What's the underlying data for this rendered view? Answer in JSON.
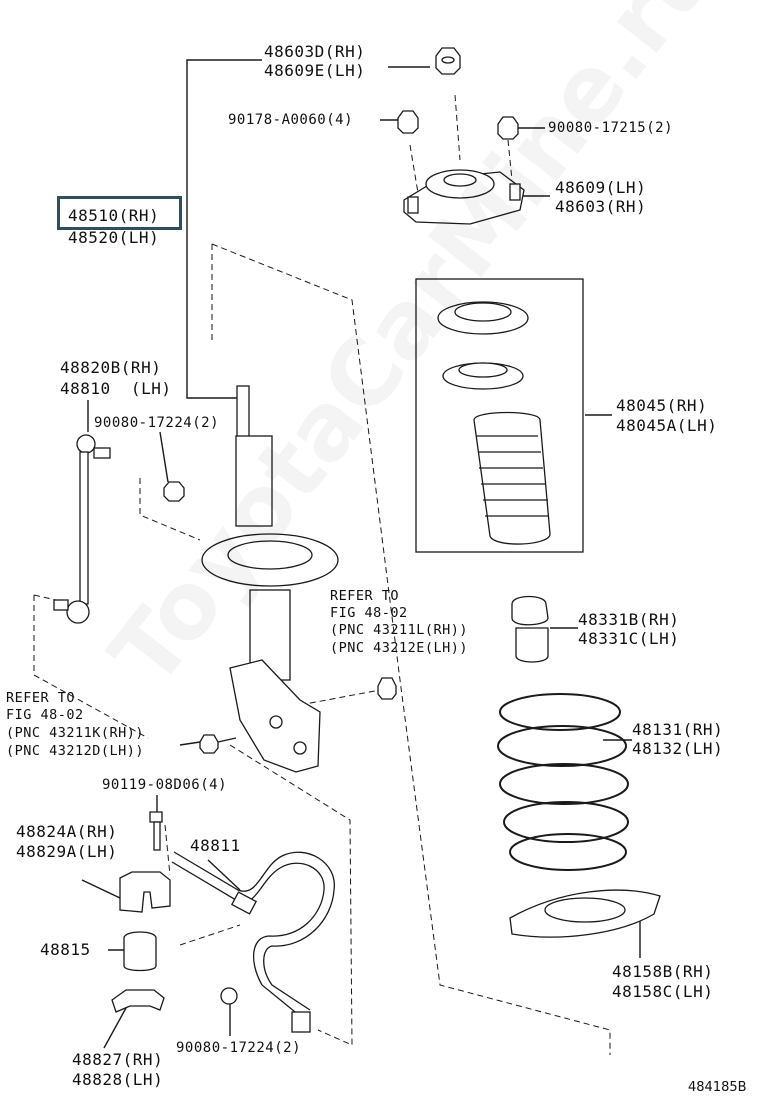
{
  "labels": {
    "strut_mount_nut_1": "48603D(RH)",
    "strut_mount_nut_2": "48609E(LH)",
    "bolt_left": "90178-A0060(4)",
    "nut_right": "90080-17215(2)",
    "mount_1": "48609(LH)",
    "mount_2": "48603(RH)",
    "strut_1": "48510(RH)",
    "strut_2": "48520(LH)",
    "link_1": "48820B(RH)",
    "link_2": "48810  (LH)",
    "link_nut": "90080-17224(2)",
    "spring_seat_1": "48045(RH)",
    "spring_seat_2": "48045A(LH)",
    "bump_1": "48331B(RH)",
    "bump_2": "48331C(LH)",
    "spring_1": "48131(RH)",
    "spring_2": "48132(LH)",
    "insulator_1": "48158B(RH)",
    "insulator_2": "48158C(LH)",
    "refer_right": [
      "REFER TO",
      "FIG 48-02",
      "(PNC 43211L(RH))",
      "(PNC 43212E(LH))"
    ],
    "refer_left": [
      "REFER TO",
      "FIG 48-02",
      "(PNC 43211K(RH))",
      "(PNC 43212D(LH))"
    ],
    "bracket_bolt": "90119-08D06(4)",
    "bush_bracket_1": "48824A(RH)",
    "bush_bracket_2": "48829A(LH)",
    "stabilizer_bar": "48811",
    "bushing": "48815",
    "bar_nut": "90080-17224(2)",
    "bracket_1": "48827(RH)",
    "bracket_2": "48828(LH)"
  },
  "figure_number": "484185B",
  "watermark": "ToyotaCarMine.ru",
  "colors": {
    "line": "#1a1a1a",
    "highlight_box": "#2f4f5f"
  }
}
